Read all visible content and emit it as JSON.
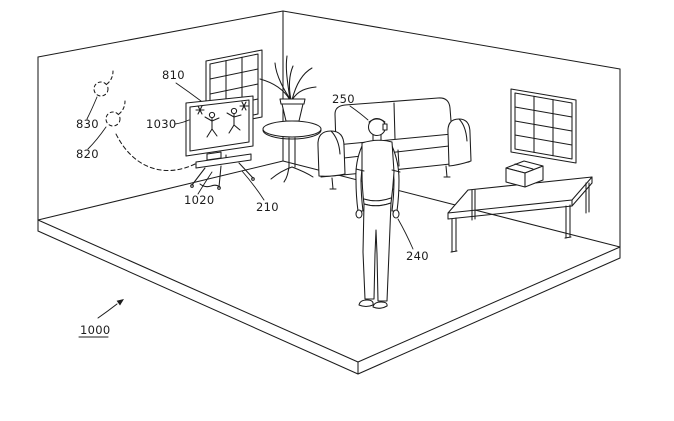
{
  "figure": {
    "background": "#ffffff",
    "ink": "#1c1c1c",
    "labels": {
      "r810": "810",
      "r830": "830",
      "r820": "820",
      "r1030": "1030",
      "r1020": "1020",
      "r210": "210",
      "r250": "250",
      "r240": "240",
      "r1000": "1000"
    }
  }
}
